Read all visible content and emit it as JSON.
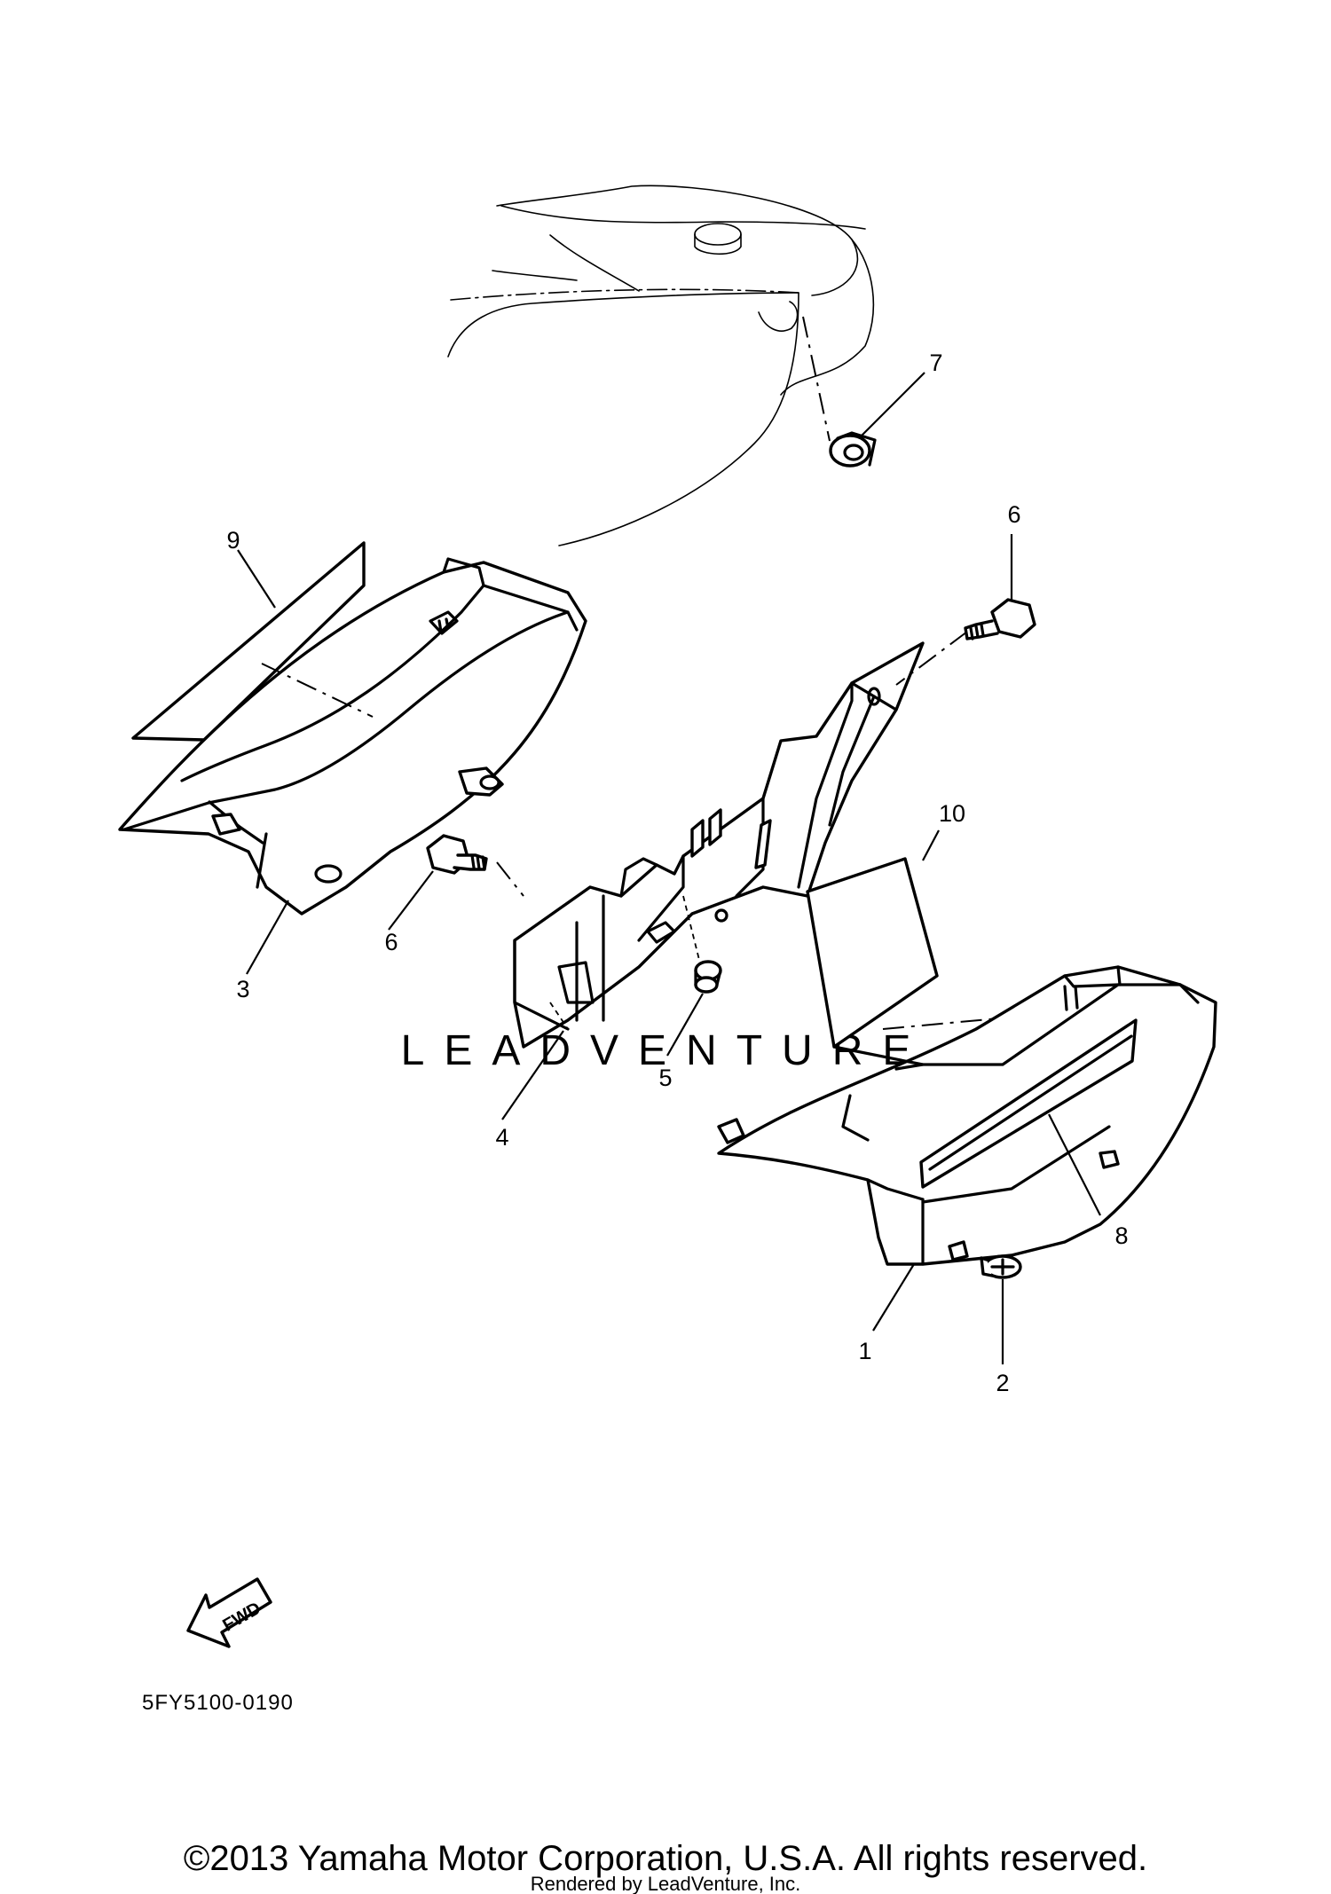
{
  "callouts": {
    "c1": "1",
    "c2": "2",
    "c3": "3",
    "c4": "4",
    "c5": "5",
    "c6a": "6",
    "c6b": "6",
    "c7": "7",
    "c8": "8",
    "c9": "9",
    "c10": "10"
  },
  "fwd_label": "FWD",
  "diagram_code": "5FY5100-0190",
  "copyright": "©2013 Yamaha Motor Corporation, U.S.A. All rights reserved.",
  "rendered_by": "Rendered by LeadVenture, Inc.",
  "watermark": "LEADVENTURE"
}
